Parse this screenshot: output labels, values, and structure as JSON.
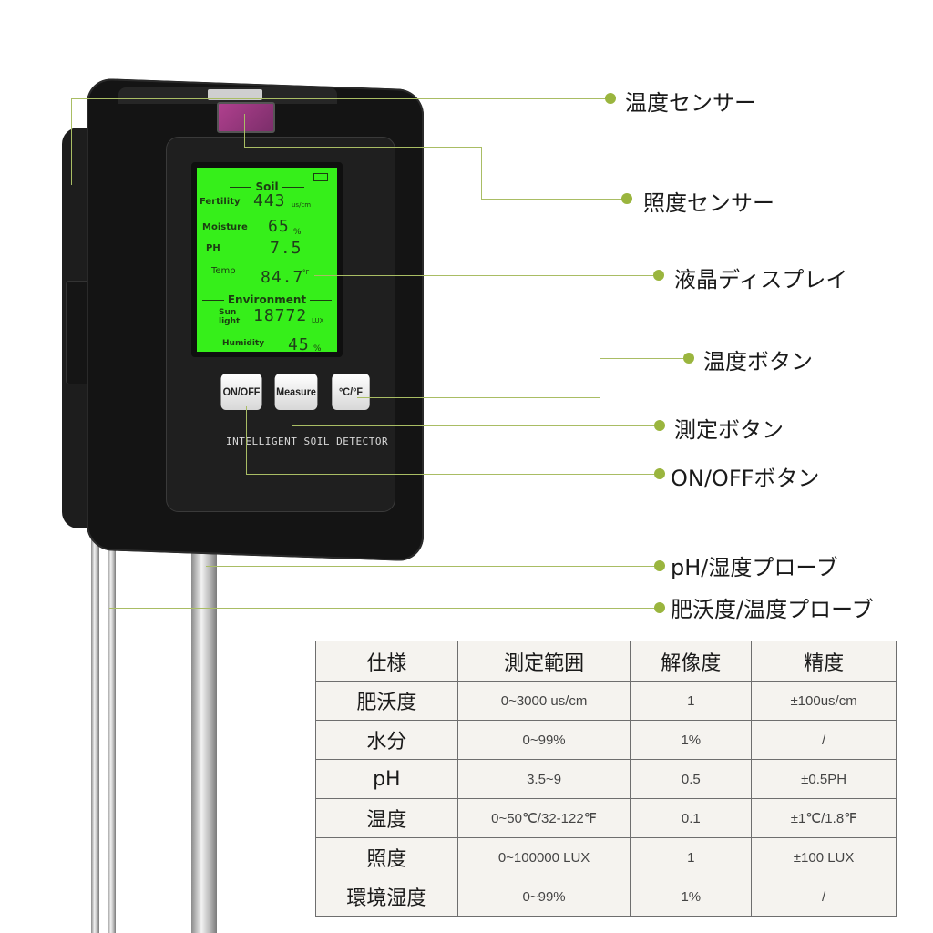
{
  "device": {
    "brand_text": "INTELLIGENT SOIL DETECTOR",
    "buttons": {
      "power": "ON/OFF",
      "measure": "Measure",
      "unit": "°C/°F"
    },
    "lcd": {
      "soil_header": "Soil",
      "fertility_label": "Fertility",
      "fertility_value": "443",
      "fertility_unit": "us/cm",
      "moisture_label": "Moisture",
      "moisture_value": "65",
      "moisture_unit": "%",
      "ph_label": "PH",
      "ph_value": "7.5",
      "temp_label": "Temp",
      "temp_value": "84.7",
      "temp_unit": "°F",
      "environment_header": "Environment",
      "sunlight_label_1": "Sun",
      "sunlight_label_2": "light",
      "sunlight_value": "18772",
      "sunlight_unit": "LUX",
      "humidity_label": "Humidity",
      "humidity_value": "45",
      "humidity_unit": "%"
    }
  },
  "callouts": [
    {
      "label": "温度センサー"
    },
    {
      "label": "照度センサー"
    },
    {
      "label": "液晶ディスプレイ"
    },
    {
      "label": "温度ボタン"
    },
    {
      "label": "測定ボタン"
    },
    {
      "label": "ON/OFFボタン"
    },
    {
      "label": "pH/湿度プローブ"
    },
    {
      "label": "肥沃度/温度プローブ"
    }
  ],
  "colors": {
    "callout_line": "#a9bd64",
    "callout_dot": "#9ab53e",
    "lcd": "#36ef1a",
    "table_bg": "#f5f3ef"
  },
  "spec_table": {
    "headers": [
      "仕様",
      "測定範囲",
      "解像度",
      "精度"
    ],
    "rows": [
      [
        "肥沃度",
        "0~3000 us/cm",
        "1",
        "±100us/cm"
      ],
      [
        "水分",
        "0~99%",
        "1%",
        "/"
      ],
      [
        "pH",
        "3.5~9",
        "0.5",
        "±0.5PH"
      ],
      [
        "温度",
        "0~50℃/32-122℉",
        "0.1",
        "±1℃/1.8℉"
      ],
      [
        "照度",
        "0~100000 LUX",
        "1",
        "±100 LUX"
      ],
      [
        "環境湿度",
        "0~99%",
        "1%",
        "/"
      ]
    ]
  }
}
